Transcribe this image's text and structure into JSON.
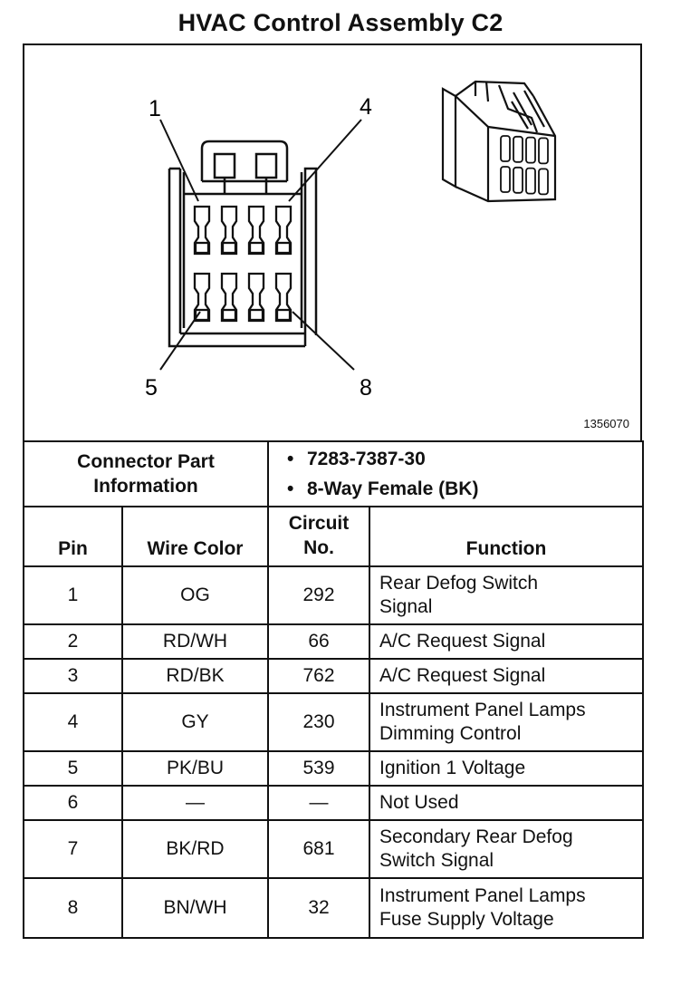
{
  "title": "HVAC Control Assembly C2",
  "figure_id": "1356070",
  "pin_callouts": [
    "1",
    "4",
    "5",
    "8"
  ],
  "connector": {
    "header_line1": "Connector Part",
    "header_line2": "Information",
    "part_number": "7283-7387-30",
    "description": "8-Way Female (BK)"
  },
  "columns": {
    "pin": "Pin",
    "wire_color": "Wire Color",
    "circuit_line1": "Circuit",
    "circuit_line2": "No.",
    "function": "Function"
  },
  "rows": [
    {
      "pin": "1",
      "wire": "OG",
      "circuit": "292",
      "f1": "Rear Defog Switch",
      "f2": "Signal"
    },
    {
      "pin": "2",
      "wire": "RD/WH",
      "circuit": "66",
      "f1": "A/C Request Signal",
      "f2": ""
    },
    {
      "pin": "3",
      "wire": "RD/BK",
      "circuit": "762",
      "f1": "A/C Request Signal",
      "f2": ""
    },
    {
      "pin": "4",
      "wire": "GY",
      "circuit": "230",
      "f1": "Instrument Panel Lamps",
      "f2": "Dimming Control"
    },
    {
      "pin": "5",
      "wire": "PK/BU",
      "circuit": "539",
      "f1": "Ignition 1 Voltage",
      "f2": ""
    },
    {
      "pin": "6",
      "wire": "—",
      "circuit": "—",
      "f1": "Not Used",
      "f2": ""
    },
    {
      "pin": "7",
      "wire": "BK/RD",
      "circuit": "681",
      "f1": "Secondary Rear Defog",
      "f2": "Switch Signal"
    },
    {
      "pin": "8",
      "wire": "BN/WH",
      "circuit": "32",
      "f1": "Instrument Panel Lamps",
      "f2": "Fuse Supply Voltage"
    }
  ]
}
